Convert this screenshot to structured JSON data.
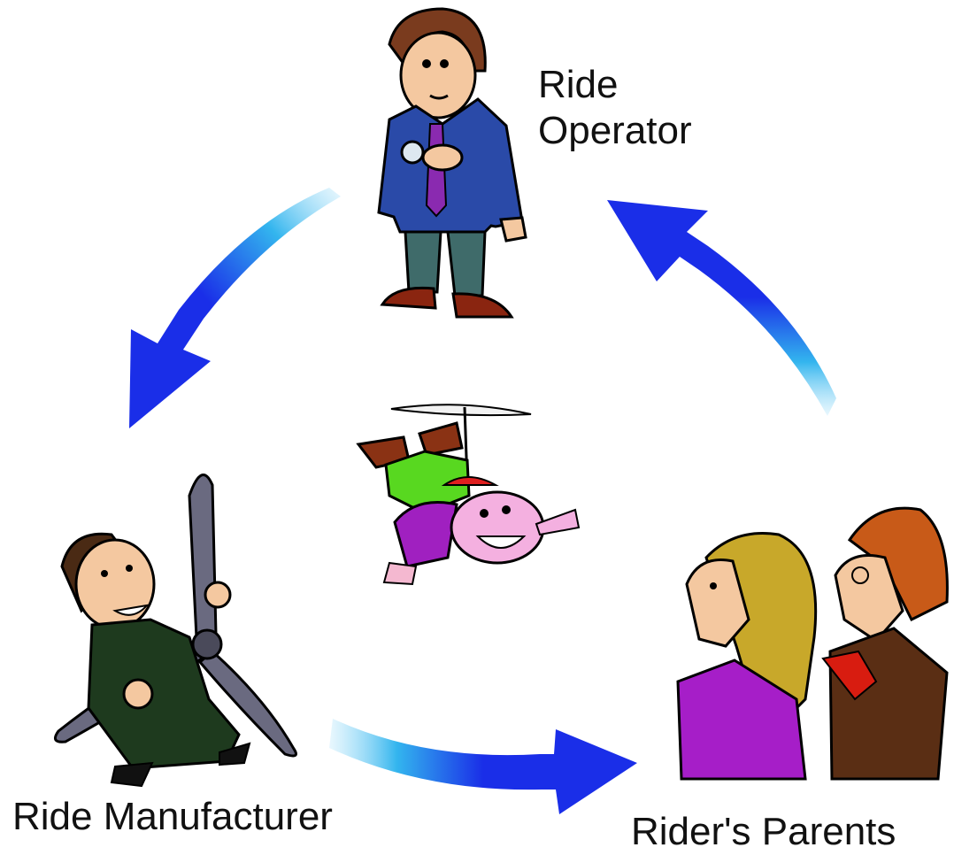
{
  "labels": {
    "operator_line1": "Ride",
    "operator_line2": "Operator",
    "manufacturer": "Ride Manufacturer",
    "parents": "Rider's Parents"
  },
  "colors": {
    "arrow_blue": "#1a2ee8",
    "arrow_light": "#33b5ee",
    "text": "#111111"
  },
  "icons": {
    "operator": "operator-figure-icon",
    "manufacturer": "manufacturer-figure-icon",
    "parents": "parents-figure-icon",
    "rider": "rider-figure-icon"
  }
}
